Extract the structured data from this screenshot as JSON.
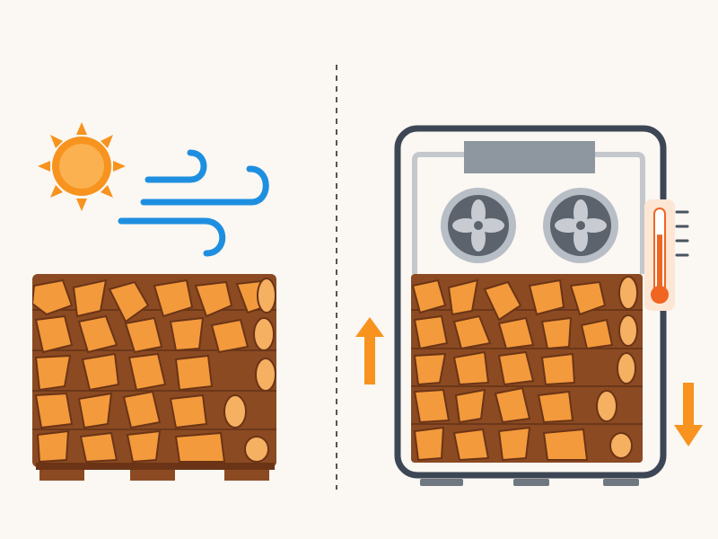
{
  "scene": {
    "title": "",
    "air_drying": {
      "icons": [
        "sun-icon",
        "wind-icon",
        "woodpile-icon",
        "pallet-icon"
      ]
    },
    "kiln_drying": {
      "icons": [
        "kiln-chamber",
        "fan-icon",
        "fan-icon",
        "heater-bar",
        "thermometer-icon",
        "woodpile-icon",
        "up-arrow-icon",
        "down-arrow-icon"
      ],
      "thermometer_level": 0.72
    },
    "colors": {
      "background": "#fbf7f2",
      "sun": "#f7931e",
      "wind": "#1e8fe0",
      "wood_bark": "#8b4a22",
      "wood_face": "#f39a3c",
      "kiln_frame": "#3d4654",
      "kiln_pipe": "#c4c8cd",
      "fan_ring": "#b8bec6",
      "fan_center": "#5c636d",
      "heater": "#8e969f",
      "thermometer": "#f06522",
      "arrow": "#f7931e",
      "divider": "#555555"
    }
  }
}
